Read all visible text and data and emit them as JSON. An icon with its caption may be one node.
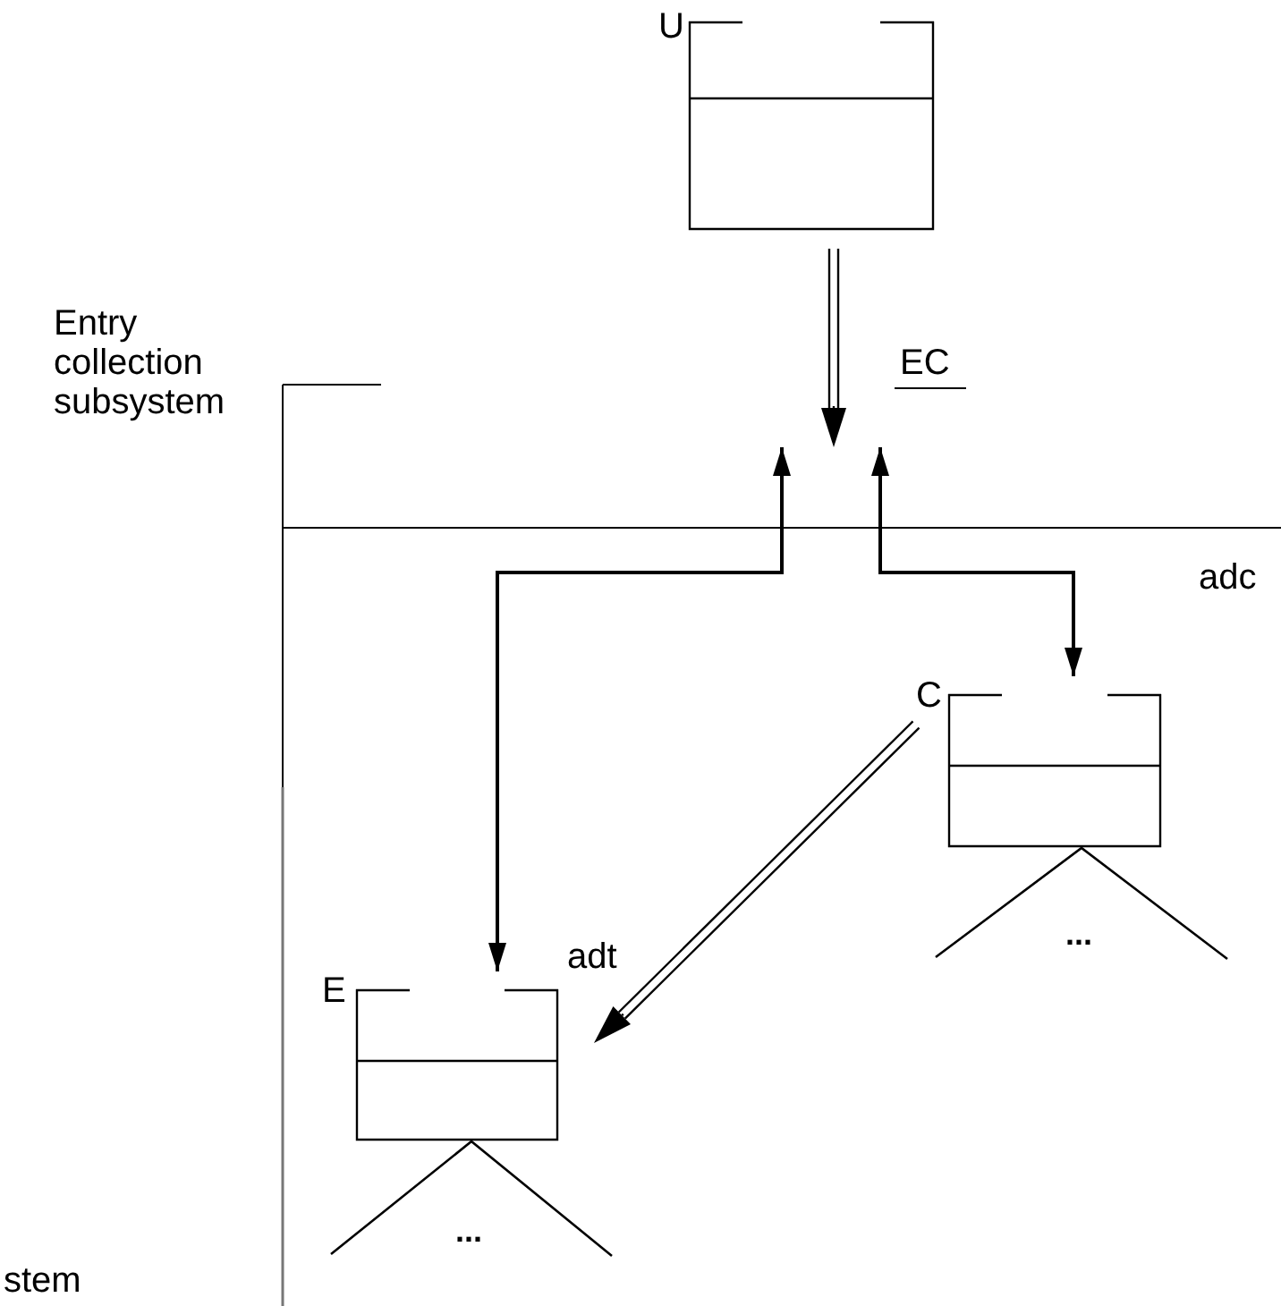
{
  "diagram": {
    "nodes": [
      {
        "text": [
          "U"
        ]
      },
      {
        "text": [
          "C"
        ]
      },
      {
        "text": [
          "..."
        ]
      },
      {
        "text": [
          "E"
        ]
      },
      {
        "text": [
          "..."
        ]
      }
    ],
    "edges": [
      {
        "from": 0,
        "to": null,
        "arrow": "to"
      },
      {
        "from": null,
        "to": 3,
        "arrow": "both"
      },
      {
        "from": null,
        "to": 1,
        "arrow": "both"
      },
      {
        "from": 1,
        "to": 3,
        "arrow": "to",
        "label": "adt"
      }
    ],
    "labels": [
      "Entry collection subsystem",
      "EC",
      "adc",
      "stem"
    ]
  }
}
